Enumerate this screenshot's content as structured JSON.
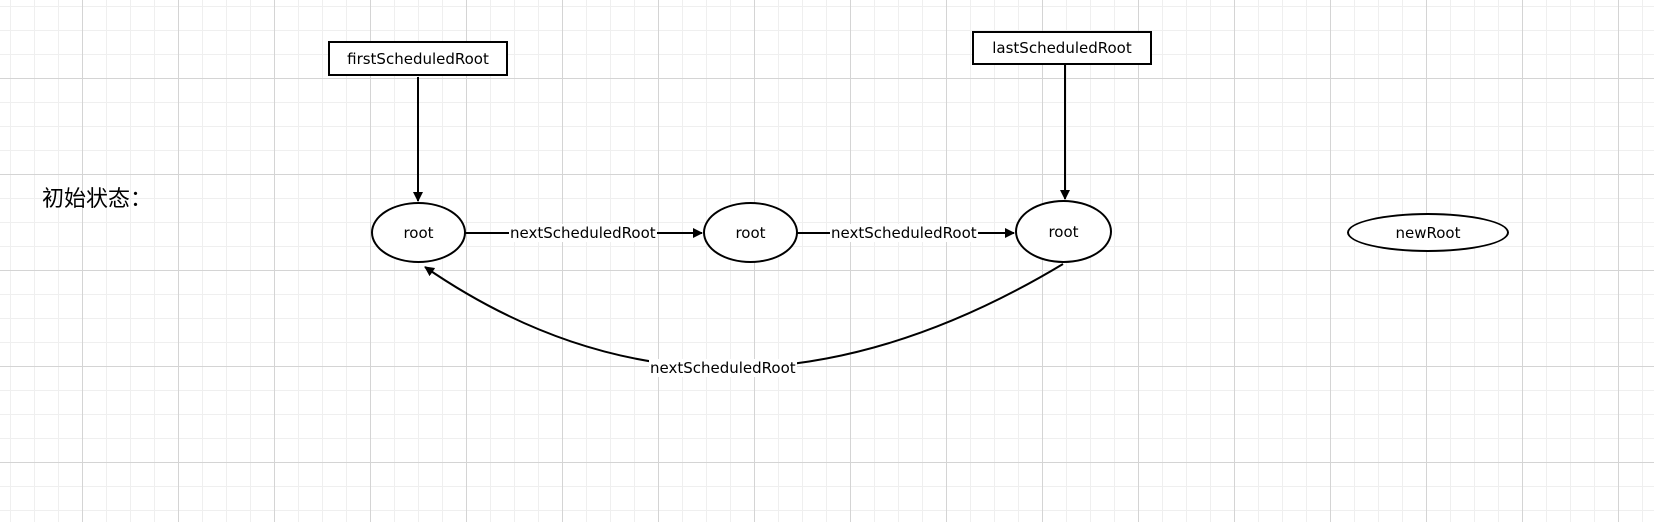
{
  "state_label": "初始状态：",
  "pointers": {
    "first": "firstScheduledRoot",
    "last": "lastScheduledRoot"
  },
  "nodes": {
    "root1": "root",
    "root2": "root",
    "root3": "root",
    "new_root": "newRoot"
  },
  "edges": {
    "root1_to_root2": "nextScheduledRoot",
    "root2_to_root3": "nextScheduledRoot",
    "root3_to_root1": "nextScheduledRoot"
  }
}
